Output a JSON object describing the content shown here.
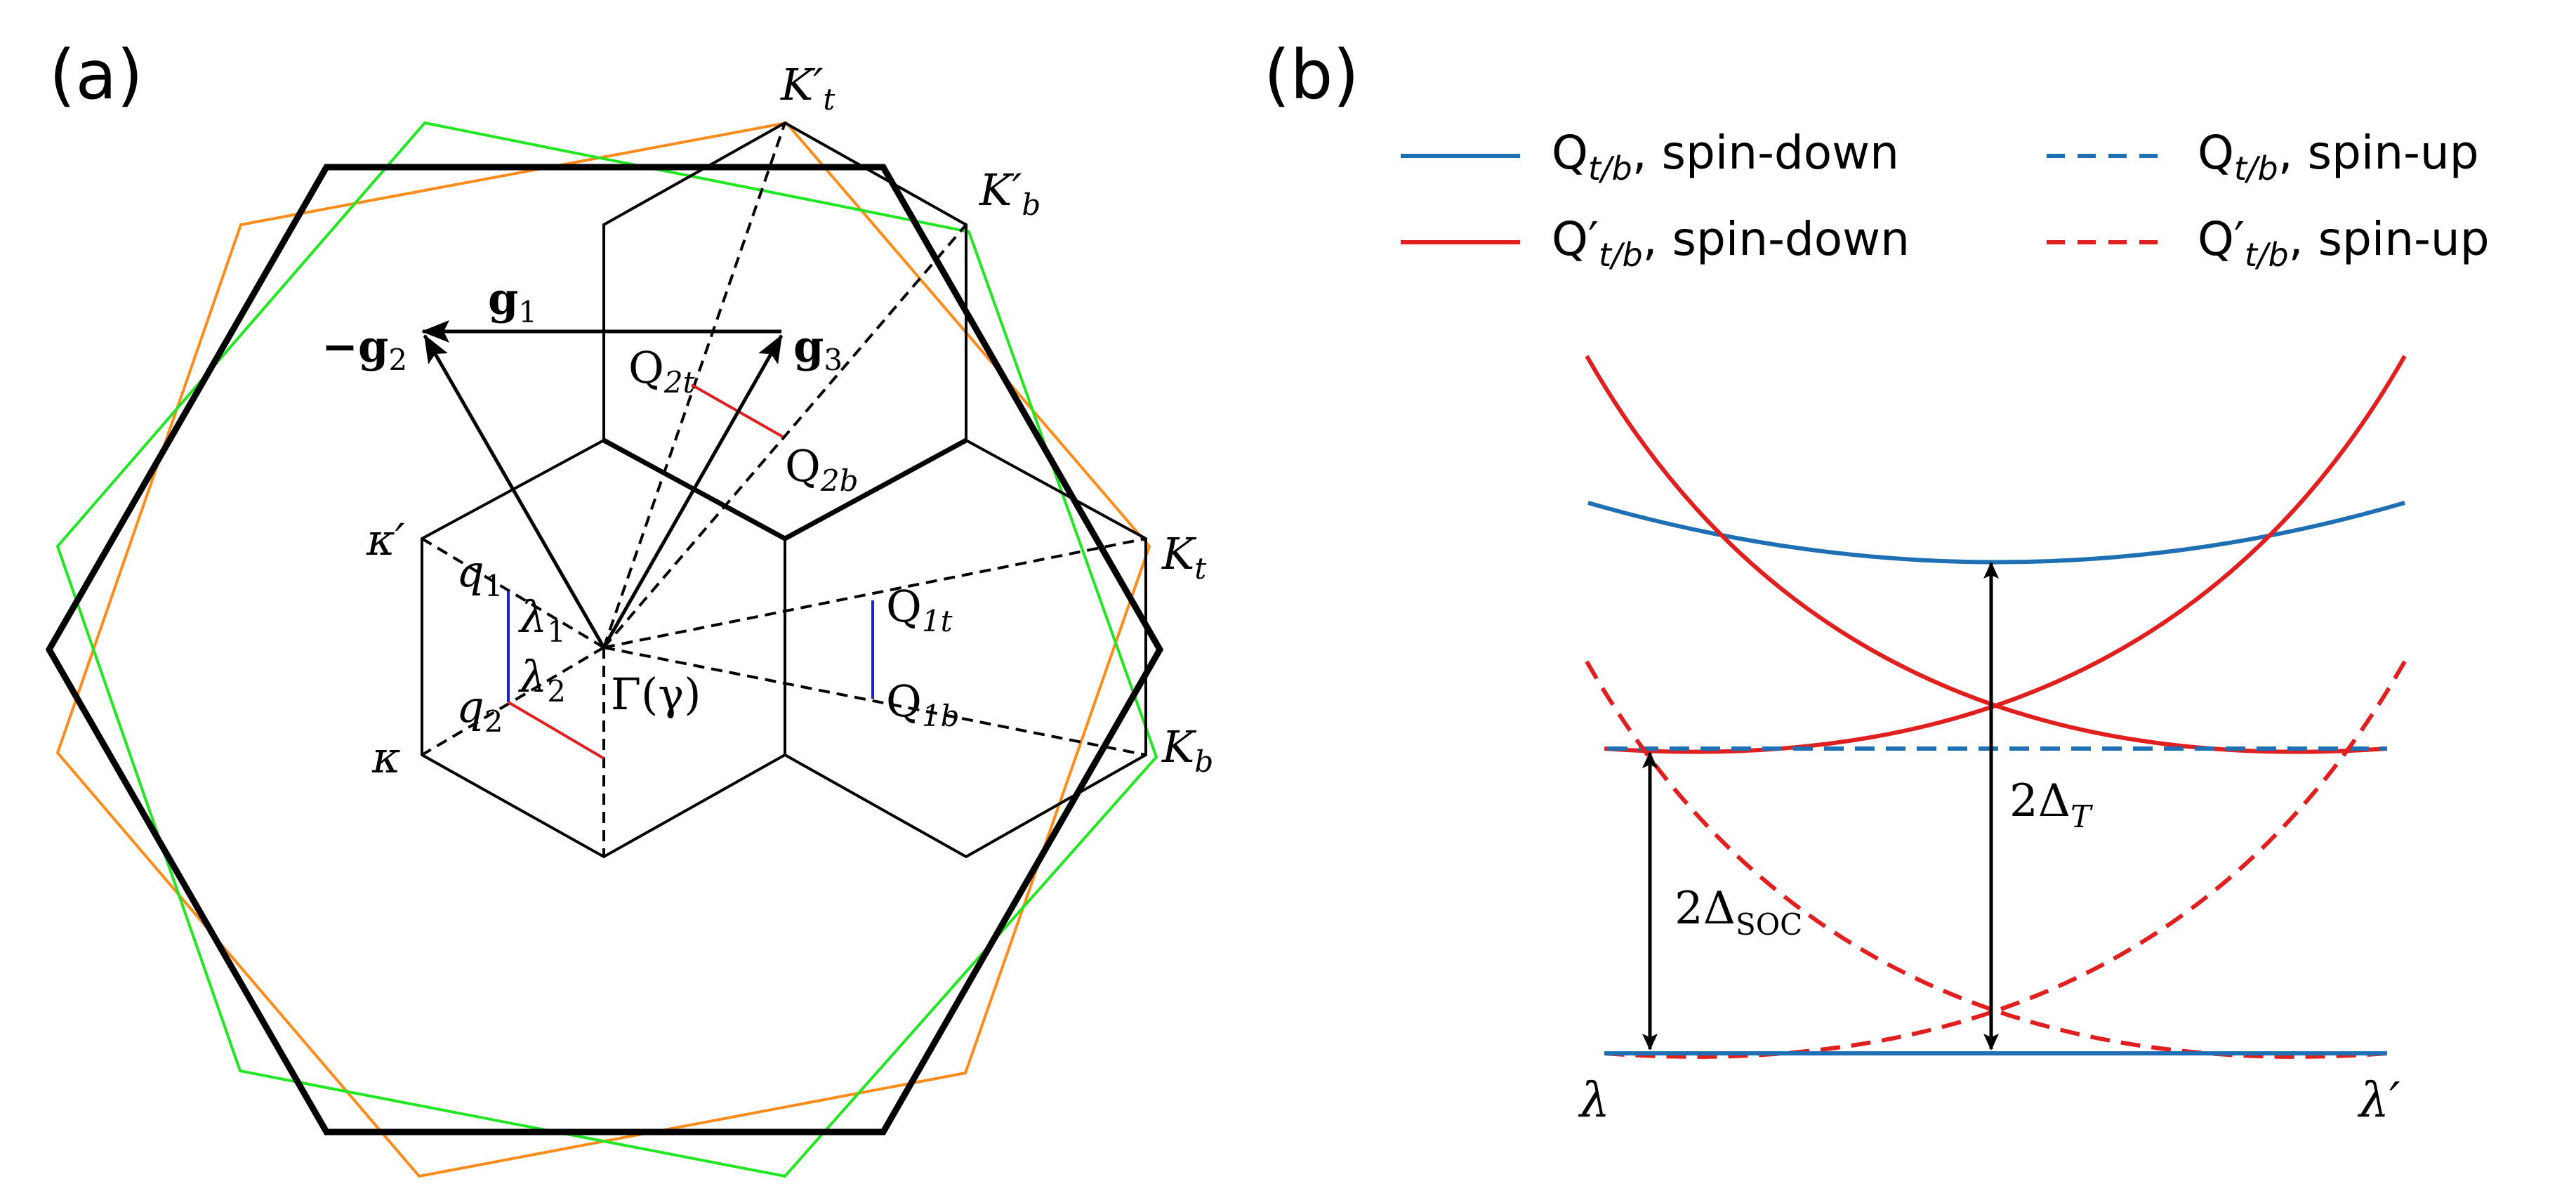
{
  "panels": [
    {
      "label": "(a)"
    },
    {
      "label": "(b)"
    }
  ],
  "panel_a": {
    "vector_labels": {
      "g1": "g",
      "g1_sub": "1",
      "g2_minus": "−g",
      "g2_sub": "2",
      "g3": "g",
      "g3_sub": "3"
    },
    "point_labels": {
      "Kt_prime": "K′",
      "Kt_prime_sub": "t",
      "Kb_prime": "K′",
      "Kb_prime_sub": "b",
      "Kt": "K",
      "Kt_sub": "t",
      "Kb": "K",
      "Kb_sub": "b",
      "kappa_prime": "κ′",
      "kappa": "κ",
      "gamma": "Γ(γ)",
      "q1": "q",
      "q1_sub": "1",
      "q2": "q",
      "q2_sub": "2",
      "lambda1": "λ",
      "lambda1_sub": "1",
      "lambda2": "λ",
      "lambda2_sub": "2",
      "Q2t": "Q",
      "Q2t_sub": "2t",
      "Q2b": "Q",
      "Q2b_sub": "2b",
      "Q1t": "Q",
      "Q1t_sub": "1t",
      "Q1b": "Q",
      "Q1b_sub": "1b"
    },
    "colors": {
      "top_layer": "#ff8c1a",
      "bottom_layer": "#22e622",
      "supercell": "#000000",
      "red_segment": "#e02020",
      "blue_segment": "#2020cc"
    }
  },
  "panel_b": {
    "legend": [
      {
        "text": "Q",
        "sub": "t/b",
        "suffix": ", spin-down",
        "color": "#1f6fb4",
        "dash": false
      },
      {
        "text": "Q",
        "sub": "t/b",
        "suffix": ", spin-up",
        "color": "#1f6fb4",
        "dash": true
      },
      {
        "text": "Q′",
        "sub": "t/b",
        "suffix": ", spin-down",
        "color": "#e01f1f",
        "dash": false
      },
      {
        "text": "Q′",
        "sub": "t/b",
        "suffix": ", spin-up",
        "color": "#e01f1f",
        "dash": true
      }
    ],
    "annotations": {
      "delta_T": "2Δ",
      "delta_T_sub": "T",
      "delta_soc": "2Δ",
      "delta_soc_sub": "SOC"
    },
    "axis_labels": {
      "left": "λ",
      "right": "λ′"
    },
    "colors": {
      "blue": "#1f6fb4",
      "red": "#e01f1f"
    }
  }
}
